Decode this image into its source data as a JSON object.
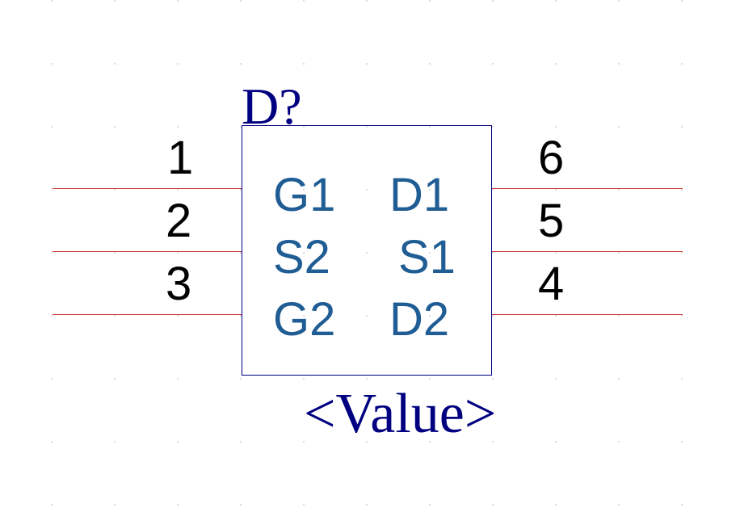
{
  "colors": {
    "pin_line": "#cc3333",
    "pin_number": "#000000",
    "body_outline": "#000080",
    "pin_label": "#1f5d94",
    "text": "#000080"
  },
  "component": {
    "designator": "D?",
    "value": "<Value>"
  },
  "pins": {
    "left": [
      {
        "number": "1",
        "label": "G1"
      },
      {
        "number": "2",
        "label": "S2"
      },
      {
        "number": "3",
        "label": "G2"
      }
    ],
    "right": [
      {
        "number": "6",
        "label": "D1"
      },
      {
        "number": "5",
        "label": "S1"
      },
      {
        "number": "4",
        "label": "D2"
      }
    ]
  }
}
